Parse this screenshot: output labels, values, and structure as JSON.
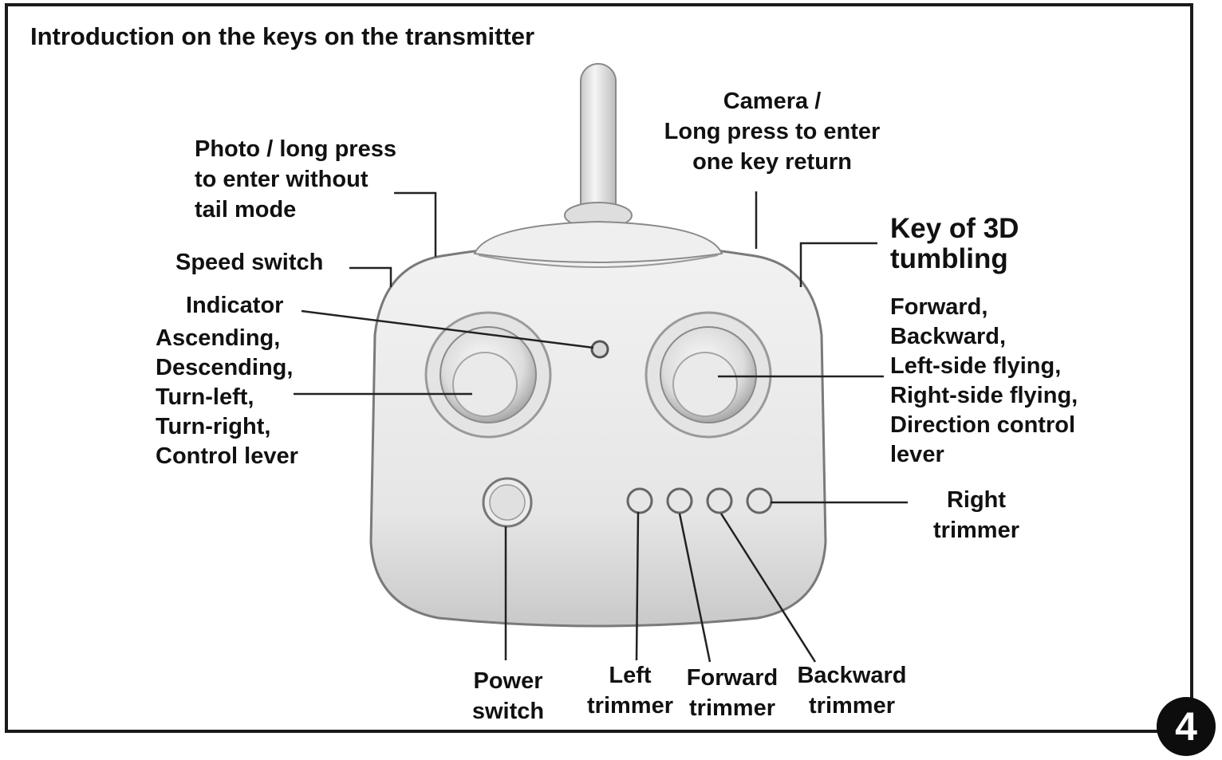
{
  "title": "Introduction on the keys on the transmitter",
  "labels": {
    "photo": [
      "Photo / long press",
      "to enter without",
      "tail mode"
    ],
    "speed": "Speed switch",
    "indicator": "Indicator",
    "left_stick": [
      "Ascending,",
      "Descending,",
      "Turn-left,",
      "Turn-right,",
      "Control lever"
    ],
    "camera": [
      "Camera /",
      "Long press to enter",
      "one key return"
    ],
    "tumbling": [
      "Key of 3D",
      "tumbling"
    ],
    "right_stick": [
      "Forward,",
      "Backward,",
      "Left-side flying,",
      "Right-side flying,",
      "Direction control",
      "lever"
    ],
    "right_trimmer": [
      "Right",
      "trimmer"
    ],
    "power": [
      "Power",
      "switch"
    ],
    "left_trimmer": [
      "Left",
      "trimmer"
    ],
    "forward_trimmer": [
      "Forward",
      "trimmer"
    ],
    "backward_trimmer": [
      "Backward",
      "trimmer"
    ]
  },
  "page_number": "4"
}
